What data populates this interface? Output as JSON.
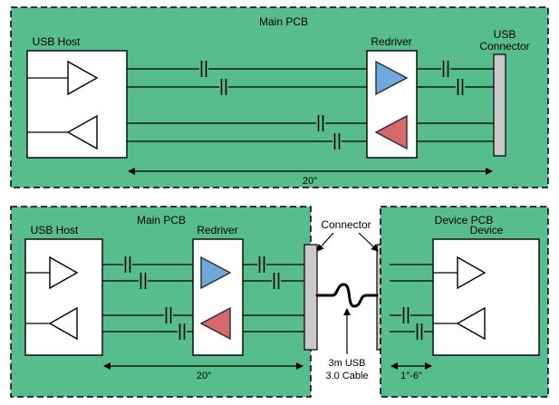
{
  "diagram": {
    "top": {
      "panel_title": "Main PCB",
      "usb_host": "USB Host",
      "redriver": "Redriver",
      "usb_connector_line1": "USB",
      "usb_connector_line2": "Connector",
      "dim": "20\""
    },
    "bottom_left": {
      "panel_title": "Main PCB",
      "usb_host": "USB Host",
      "redriver": "Redriver",
      "dim": "20\""
    },
    "bottom_right": {
      "panel_title": "Device PCB",
      "device": "Device",
      "dim": "1\"-6\""
    },
    "middle": {
      "connector": "Connector",
      "cable_line1": "3m USB",
      "cable_line2": "3.0 Cable"
    },
    "colors": {
      "pcb_green": "#58bd8c",
      "buffer_blue": "#6fa8dc",
      "buffer_red": "#d5696b",
      "connector_gray": "#c9c9c9"
    }
  }
}
